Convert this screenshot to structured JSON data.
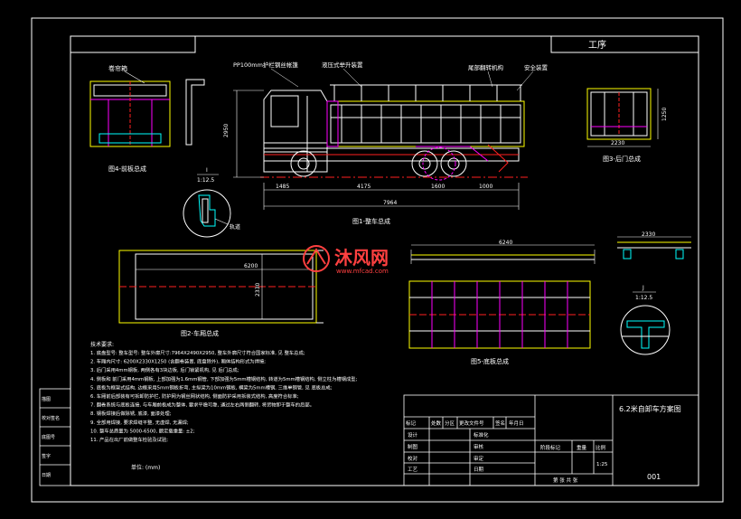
{
  "header": {
    "title": "工序"
  },
  "views": {
    "view1_title": "图1-整车总成",
    "view2_title": "图2-车厢总成",
    "view3_title": "图3-后门总成",
    "view4_title": "图4-前板总成",
    "view5_title": "图5-底板总成"
  },
  "callouts": {
    "c1": "卷帘箱",
    "c2": "PP100mm护栏钢丝帐篷",
    "c3": "液压式举升装置",
    "c4": "尾部翻转机构",
    "c5": "安全装置",
    "rail": "轨道"
  },
  "dims": {
    "overall_length": "7964",
    "front_overhang": "1485",
    "wheelbase": "4175",
    "rear_a": "1600",
    "rear_b": "1000",
    "height": "2950",
    "rear_width": "2230",
    "rear_height": "1250",
    "box_length_top": "6240",
    "box_length": "6200",
    "box_width": "2330",
    "side_width": "2330"
  },
  "details": {
    "i_label": "I",
    "i_scale": "1:12.5",
    "j_label": "J",
    "j_scale": "1:12.5"
  },
  "notes": {
    "heading": "技术要求:",
    "lines": [
      "1. 底盘型号: 整车型号:  整车外廓尺寸:7964X2490X2950,  整车外廓尺寸符合国家标准, 见 整车总成;",
      "2. 车厢内尺寸: 6200X2330X1250 (含翻卷装置, 底盘除外), 厢体结构形式为焊接;",
      "3. 后门采用4mm钢板, 两侧各有3块边板, 后门锁紧机构, 见 后门总成;",
      "4. 侧板和 前门采用4mm钢板, 上部加强为1.6mm钢管, 下部加强为5mm槽钢结构, 转道为5mm槽钢结构, 侧立柱为槽钢成型;",
      "5. 底板为框架式结构, 边框采用5mm钢板折弯, 主纵梁为10mm钢板, 横梁为5mm槽钢, 三维单钢管, 见 底板总成;",
      "6. 车厢前后部装有可拆卸防护栏, 防护网为钢丝网状结构, 侧面防护采用拆装式结构, 高度符合标准;",
      "7. 翻卷系统与底板连接, 与车厢前板成为整体, 要求平稳可靠, 通过左右两侧翻转, 将货物卸于整车的后部。",
      "8. 钢板焊接后做除锈, 底漆, 面漆处理;",
      "9. 全部用焊接, 要求焊缝平整, 无虚焊, 无漏焊;",
      "10. 整车总质量为 5000-6500,  额定载重量: ±2;",
      "11. 产品在出厂前做整车检验及试验;"
    ],
    "footer": "单位: (mm)"
  },
  "left_strip": [
    "描图",
    "校对签名",
    "底图号",
    "签字",
    "日期"
  ],
  "title_block": {
    "name": "6.2米自卸车方案图",
    "drawing_no": "001",
    "scale": "1:25",
    "col_headers": [
      "标记",
      "处数",
      "分区",
      "更改文件号",
      "签名",
      "年月日"
    ],
    "rows": [
      {
        "role": "设计",
        "mid": "标准化"
      },
      {
        "role": "制图",
        "mid": "审核"
      },
      {
        "role": "校对",
        "mid": "审定"
      },
      {
        "role": "工艺",
        "mid": "日期"
      }
    ],
    "stage": "阶段标记",
    "weight": "重量",
    "ratio": "比例",
    "sheets": "第 张 共 张"
  },
  "watermark": {
    "brand": "沐风网",
    "url": "www.mfcad.com"
  },
  "colors": {
    "frame": "#ffffff",
    "outline": "#ffff00",
    "dimension": "#00ff00",
    "centerline": "#ff2020",
    "hatch": "#ff00ff",
    "detail": "#00ffff",
    "watermark": "#ff4040"
  }
}
